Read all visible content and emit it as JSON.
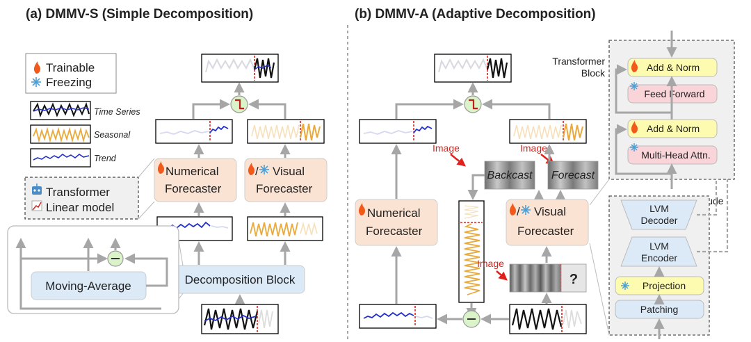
{
  "panel_a": {
    "title": "(a) DMMV-S (Simple Decomposition)",
    "legend_trainable": "Trainable",
    "legend_freezing": "Freezing",
    "legend_time_series": "Time Series",
    "legend_seasonal": "Seasonal",
    "legend_trend": "Trend",
    "legend_transformer": "Transformer",
    "legend_linear": "Linear model",
    "numerical_forecaster_l1": "Numerical",
    "numerical_forecaster_l2": "Forecaster",
    "visual_forecaster_l1": "Visual",
    "visual_forecaster_l2": "Forecaster",
    "slash": "/",
    "decomposition_block": "Decomposition Block",
    "moving_average": "Moving-Average"
  },
  "panel_b": {
    "title": "(b) DMMV-A (Adaptive Decomposition)",
    "numerical_forecaster_l1": "Numerical",
    "numerical_forecaster_l2": "Forecaster",
    "visual_forecaster_l1": "Visual",
    "visual_forecaster_l2": "Forecaster",
    "slash": "/",
    "backcast": "Backcast",
    "forecast": "Forecast",
    "image_label": "Image",
    "question": "?",
    "transformer_block_l1": "Transformer",
    "transformer_block_l2": "Block",
    "add_norm": "Add & Norm",
    "feed_forward": "Feed Forward",
    "multi_head": "Multi-Head Attn.",
    "include": "Include",
    "lvm_decoder_l1": "LVM",
    "lvm_decoder_l2": "Decoder",
    "lvm_encoder_l1": "LVM",
    "lvm_encoder_l2": "Encoder",
    "projection": "Projection",
    "patching": "Patching"
  },
  "colors": {
    "orange_box": "#fbe3d3",
    "blue_box": "#dce9f7",
    "yellow_box": "#fdfbb0",
    "pink_box": "#f9d4d8",
    "green_circle": "#daf3c8",
    "arrow": "#a6a6a6",
    "seasonal": "#e9a93b",
    "trend": "#2130c9",
    "red_marker": "#e0201a"
  }
}
